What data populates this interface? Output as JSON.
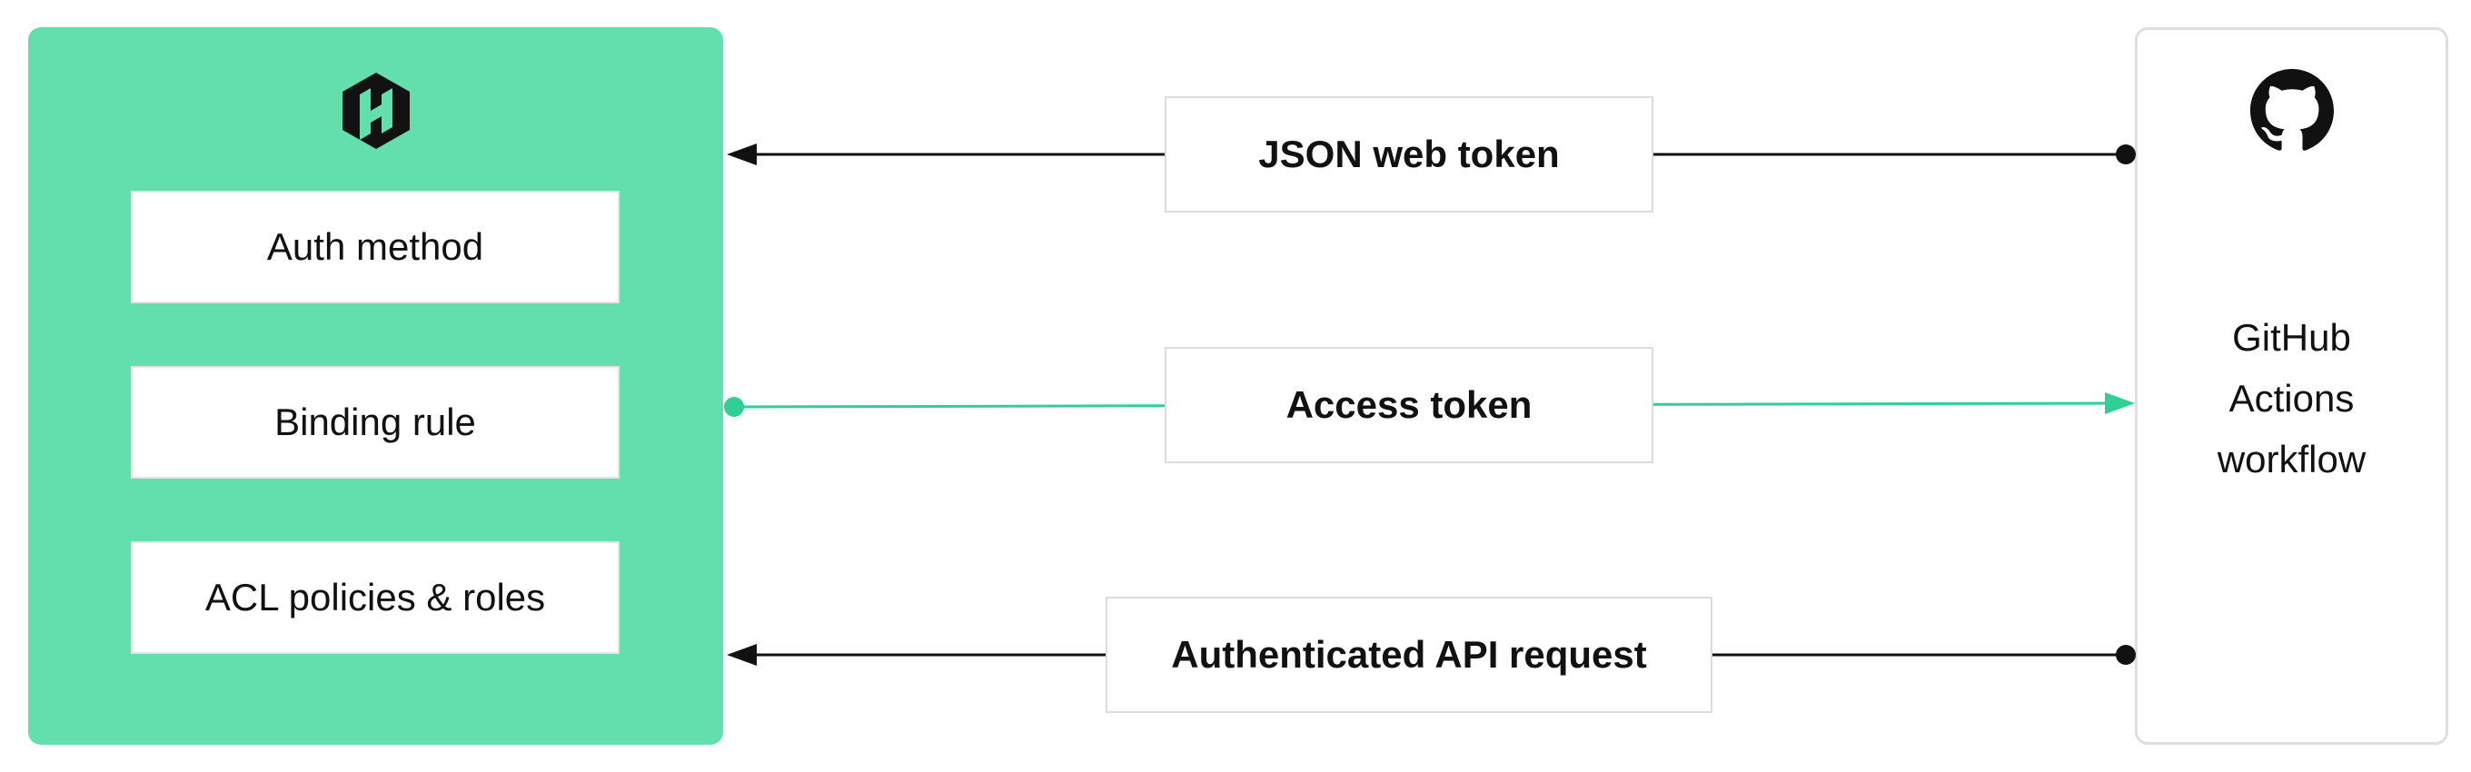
{
  "left_panel": {
    "items": [
      {
        "label": "Auth method"
      },
      {
        "label": "Binding rule"
      },
      {
        "label": "ACL policies & roles"
      }
    ]
  },
  "right_panel": {
    "lines": [
      "GitHub",
      "Actions",
      "workflow"
    ]
  },
  "messages": [
    {
      "label": "JSON web token"
    },
    {
      "label": "Access token"
    },
    {
      "label": "Authenticated API request"
    }
  ],
  "colors": {
    "panel_green": "#62dfad",
    "accent_green": "#2fcf96",
    "line_black": "#111111"
  },
  "icons": {
    "left": "hashicorp-logo-icon",
    "right": "github-icon"
  }
}
